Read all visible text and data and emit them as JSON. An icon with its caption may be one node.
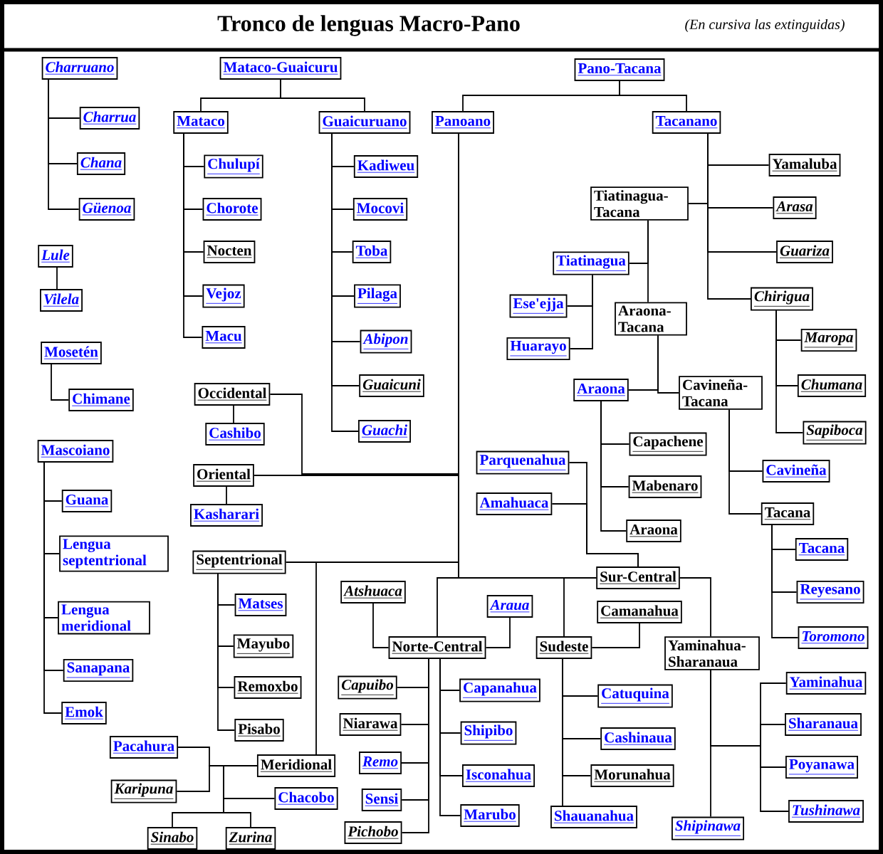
{
  "diagram": {
    "title": "Tronco de lenguas Macro-Pano",
    "nodes": [
      {
        "text": [
          "Charruano"
        ]
      },
      {
        "text": [
          "Charrua"
        ]
      },
      {
        "text": [
          "Chana"
        ]
      },
      {
        "text": [
          "Güenoa"
        ]
      },
      {
        "text": [
          "Lule"
        ]
      },
      {
        "text": [
          "Vilela"
        ]
      },
      {
        "text": [
          "Mosetén"
        ]
      },
      {
        "text": [
          "Chimane"
        ]
      },
      {
        "text": [
          "Mascoiano"
        ]
      },
      {
        "text": [
          "Guana"
        ]
      },
      {
        "text": [
          "Lengua septentrional"
        ]
      },
      {
        "text": [
          "Lengua meridional"
        ]
      },
      {
        "text": [
          "Sanapana"
        ]
      },
      {
        "text": [
          "Emok"
        ]
      },
      {
        "text": [
          "Mataco-Guaicuru"
        ]
      },
      {
        "text": [
          "Mataco"
        ]
      },
      {
        "text": [
          "Chulupí"
        ]
      },
      {
        "text": [
          "Chorote"
        ]
      },
      {
        "text": [
          "Nocten"
        ]
      },
      {
        "text": [
          "Vejoz"
        ]
      },
      {
        "text": [
          "Macu"
        ]
      },
      {
        "text": [
          "Guaicuruano"
        ]
      },
      {
        "text": [
          "Kadiweu"
        ]
      },
      {
        "text": [
          "Mocovi"
        ]
      },
      {
        "text": [
          "Toba"
        ]
      },
      {
        "text": [
          "Pilaga"
        ]
      },
      {
        "text": [
          "Abipon"
        ]
      },
      {
        "text": [
          "Guaicuni"
        ]
      },
      {
        "text": [
          "Guachi"
        ]
      },
      {
        "text": [
          "Pano-Tacana"
        ]
      },
      {
        "text": [
          "Panoano"
        ]
      },
      {
        "text": [
          "Tacanano"
        ]
      },
      {
        "text": [
          "Yamaluba"
        ]
      },
      {
        "text": [
          "Tiatinagua-Tacana"
        ]
      },
      {
        "text": [
          "Arasa"
        ]
      },
      {
        "text": [
          "Guariza"
        ]
      },
      {
        "text": [
          "Tiatinagua"
        ]
      },
      {
        "text": [
          "Ese'ejja"
        ]
      },
      {
        "text": [
          "Huarayo"
        ]
      },
      {
        "text": [
          "Araona-Tacana"
        ]
      },
      {
        "text": [
          "Chirigua"
        ]
      },
      {
        "text": [
          "Maropa"
        ]
      },
      {
        "text": [
          "Chumana"
        ]
      },
      {
        "text": [
          "Sapiboca"
        ]
      },
      {
        "text": [
          "Araona"
        ]
      },
      {
        "text": [
          "Cavineña-Tacana"
        ]
      },
      {
        "text": [
          "Capachene"
        ]
      },
      {
        "text": [
          "Mabenaro"
        ]
      },
      {
        "text": [
          "Araona"
        ]
      },
      {
        "text": [
          "Cavineña"
        ]
      },
      {
        "text": [
          "Tacana"
        ]
      },
      {
        "text": [
          "Tacana"
        ]
      },
      {
        "text": [
          "Reyesano"
        ]
      },
      {
        "text": [
          "Toromono"
        ]
      },
      {
        "text": [
          "Occidental"
        ]
      },
      {
        "text": [
          "Cashibo"
        ]
      },
      {
        "text": [
          "Oriental"
        ]
      },
      {
        "text": [
          "Kasharari"
        ]
      },
      {
        "text": [
          "Parquenahua"
        ]
      },
      {
        "text": [
          "Amahuaca"
        ]
      },
      {
        "text": [
          "Septentrional"
        ]
      },
      {
        "text": [
          "Matses"
        ]
      },
      {
        "text": [
          "Mayubo"
        ]
      },
      {
        "text": [
          "Remoxbo"
        ]
      },
      {
        "text": [
          "Pisabo"
        ]
      },
      {
        "text": [
          "Meridional"
        ]
      },
      {
        "text": [
          "Pacahura"
        ]
      },
      {
        "text": [
          "Karipuna"
        ]
      },
      {
        "text": [
          "Chacobo"
        ]
      },
      {
        "text": [
          "Sinabo"
        ]
      },
      {
        "text": [
          "Zurina"
        ]
      },
      {
        "text": [
          "Sur-Central"
        ]
      },
      {
        "text": [
          "Atshuaca"
        ]
      },
      {
        "text": [
          "Araua"
        ]
      },
      {
        "text": [
          "Norte-Central"
        ]
      },
      {
        "text": [
          "Camanahua"
        ]
      },
      {
        "text": [
          "Sudeste"
        ]
      },
      {
        "text": [
          "Yaminahua-Sharanaua"
        ]
      },
      {
        "text": [
          "Capuibo"
        ]
      },
      {
        "text": [
          "Niarawa"
        ]
      },
      {
        "text": [
          "Remo"
        ]
      },
      {
        "text": [
          "Sensi"
        ]
      },
      {
        "text": [
          "Pichobo"
        ]
      },
      {
        "text": [
          "Capanahua"
        ]
      },
      {
        "text": [
          "Shipibo"
        ]
      },
      {
        "text": [
          "Isconahua"
        ]
      },
      {
        "text": [
          "Marubo"
        ]
      },
      {
        "text": [
          "Catuquina"
        ]
      },
      {
        "text": [
          "Cashinaua"
        ]
      },
      {
        "text": [
          "Morunahua"
        ]
      },
      {
        "text": [
          "Shauanahua"
        ]
      },
      {
        "text": [
          "Yaminahua"
        ]
      },
      {
        "text": [
          "Sharanaua"
        ]
      },
      {
        "text": [
          "Poyanawa"
        ]
      },
      {
        "text": [
          "Tushinawa"
        ]
      },
      {
        "text": [
          "Shipinawa"
        ]
      }
    ],
    "edges": [
      {
        "from": 0,
        "to": 1,
        "arrow": "none"
      },
      {
        "from": 0,
        "to": 2,
        "arrow": "none"
      },
      {
        "from": 0,
        "to": 3,
        "arrow": "none"
      },
      {
        "from": 4,
        "to": 5,
        "arrow": "none"
      },
      {
        "from": 6,
        "to": 7,
        "arrow": "none"
      },
      {
        "from": 8,
        "to": 9,
        "arrow": "none"
      },
      {
        "from": 8,
        "to": 10,
        "arrow": "none"
      },
      {
        "from": 8,
        "to": 11,
        "arrow": "none"
      },
      {
        "from": 8,
        "to": 12,
        "arrow": "none"
      },
      {
        "from": 8,
        "to": 13,
        "arrow": "none"
      },
      {
        "from": 14,
        "to": 15,
        "arrow": "none"
      },
      {
        "from": 14,
        "to": 21,
        "arrow": "none"
      },
      {
        "from": 15,
        "to": 16,
        "arrow": "none"
      },
      {
        "from": 15,
        "to": 17,
        "arrow": "none"
      },
      {
        "from": 15,
        "to": 18,
        "arrow": "none"
      },
      {
        "from": 15,
        "to": 19,
        "arrow": "none"
      },
      {
        "from": 15,
        "to": 20,
        "arrow": "none"
      },
      {
        "from": 21,
        "to": 22,
        "arrow": "none"
      },
      {
        "from": 21,
        "to": 23,
        "arrow": "none"
      },
      {
        "from": 21,
        "to": 24,
        "arrow": "none"
      },
      {
        "from": 21,
        "to": 25,
        "arrow": "none"
      },
      {
        "from": 21,
        "to": 26,
        "arrow": "none"
      },
      {
        "from": 21,
        "to": 27,
        "arrow": "none"
      },
      {
        "from": 21,
        "to": 28,
        "arrow": "none"
      },
      {
        "from": 29,
        "to": 30,
        "arrow": "none"
      },
      {
        "from": 29,
        "to": 31,
        "arrow": "none"
      },
      {
        "from": 31,
        "to": 32,
        "arrow": "none"
      },
      {
        "from": 31,
        "to": 33,
        "arrow": "none"
      },
      {
        "from": 31,
        "to": 34,
        "arrow": "none"
      },
      {
        "from": 31,
        "to": 35,
        "arrow": "none"
      },
      {
        "from": 31,
        "to": 40,
        "arrow": "none"
      },
      {
        "from": 40,
        "to": 41,
        "arrow": "none"
      },
      {
        "from": 40,
        "to": 42,
        "arrow": "none"
      },
      {
        "from": 40,
        "to": 43,
        "arrow": "none"
      },
      {
        "from": 33,
        "to": 36,
        "arrow": "none"
      },
      {
        "from": 33,
        "to": 39,
        "arrow": "none"
      },
      {
        "from": 36,
        "to": 37,
        "arrow": "none"
      },
      {
        "from": 36,
        "to": 38,
        "arrow": "none"
      },
      {
        "from": 39,
        "to": 44,
        "arrow": "none"
      },
      {
        "from": 39,
        "to": 45,
        "arrow": "none"
      },
      {
        "from": 44,
        "to": 46,
        "arrow": "none"
      },
      {
        "from": 44,
        "to": 47,
        "arrow": "none"
      },
      {
        "from": 44,
        "to": 48,
        "arrow": "none"
      },
      {
        "from": 45,
        "to": 49,
        "arrow": "none"
      },
      {
        "from": 45,
        "to": 50,
        "arrow": "none"
      },
      {
        "from": 50,
        "to": 51,
        "arrow": "none"
      },
      {
        "from": 50,
        "to": 52,
        "arrow": "none"
      },
      {
        "from": 50,
        "to": 53,
        "arrow": "none"
      },
      {
        "from": 30,
        "to": 54,
        "arrow": "none"
      },
      {
        "from": 30,
        "to": 56,
        "arrow": "none"
      },
      {
        "from": 30,
        "to": 60,
        "arrow": "none"
      },
      {
        "from": 30,
        "to": 65,
        "arrow": "none"
      },
      {
        "from": 30,
        "to": 74,
        "arrow": "none"
      },
      {
        "from": 30,
        "to": 71,
        "arrow": "none"
      },
      {
        "from": 54,
        "to": 55,
        "arrow": "none"
      },
      {
        "from": 56,
        "to": 57,
        "arrow": "none"
      },
      {
        "from": 60,
        "to": 61,
        "arrow": "none"
      },
      {
        "from": 60,
        "to": 62,
        "arrow": "none"
      },
      {
        "from": 60,
        "to": 63,
        "arrow": "none"
      },
      {
        "from": 60,
        "to": 64,
        "arrow": "none"
      },
      {
        "from": 65,
        "to": 66,
        "arrow": "none"
      },
      {
        "from": 65,
        "to": 67,
        "arrow": "none"
      },
      {
        "from": 65,
        "to": 68,
        "arrow": "none"
      },
      {
        "from": 65,
        "to": 69,
        "arrow": "none"
      },
      {
        "from": 65,
        "to": 70,
        "arrow": "none"
      },
      {
        "from": 71,
        "to": 58,
        "arrow": "none"
      },
      {
        "from": 71,
        "to": 59,
        "arrow": "none"
      },
      {
        "from": 71,
        "to": 76,
        "arrow": "none"
      },
      {
        "from": 71,
        "to": 77,
        "arrow": "none"
      },
      {
        "from": 76,
        "to": 75,
        "arrow": "none"
      },
      {
        "from": 76,
        "to": 87,
        "arrow": "none"
      },
      {
        "from": 76,
        "to": 88,
        "arrow": "none"
      },
      {
        "from": 76,
        "to": 89,
        "arrow": "none"
      },
      {
        "from": 76,
        "to": 90,
        "arrow": "none"
      },
      {
        "from": 74,
        "to": 72,
        "arrow": "none"
      },
      {
        "from": 74,
        "to": 73,
        "arrow": "none"
      },
      {
        "from": 74,
        "to": 78,
        "arrow": "none"
      },
      {
        "from": 74,
        "to": 79,
        "arrow": "none"
      },
      {
        "from": 74,
        "to": 80,
        "arrow": "none"
      },
      {
        "from": 74,
        "to": 81,
        "arrow": "none"
      },
      {
        "from": 74,
        "to": 82,
        "arrow": "none"
      },
      {
        "from": 74,
        "to": 83,
        "arrow": "none"
      },
      {
        "from": 74,
        "to": 84,
        "arrow": "none"
      },
      {
        "from": 74,
        "to": 85,
        "arrow": "none"
      },
      {
        "from": 74,
        "to": 86,
        "arrow": "none"
      },
      {
        "from": 77,
        "to": 95,
        "arrow": "none"
      },
      {
        "from": 77,
        "to": 91,
        "arrow": "none"
      },
      {
        "from": 77,
        "to": 92,
        "arrow": "none"
      },
      {
        "from": 77,
        "to": 93,
        "arrow": "none"
      },
      {
        "from": 77,
        "to": 94,
        "arrow": "none"
      }
    ],
    "labels": [
      "(En cursiva las extinguidas)"
    ]
  }
}
